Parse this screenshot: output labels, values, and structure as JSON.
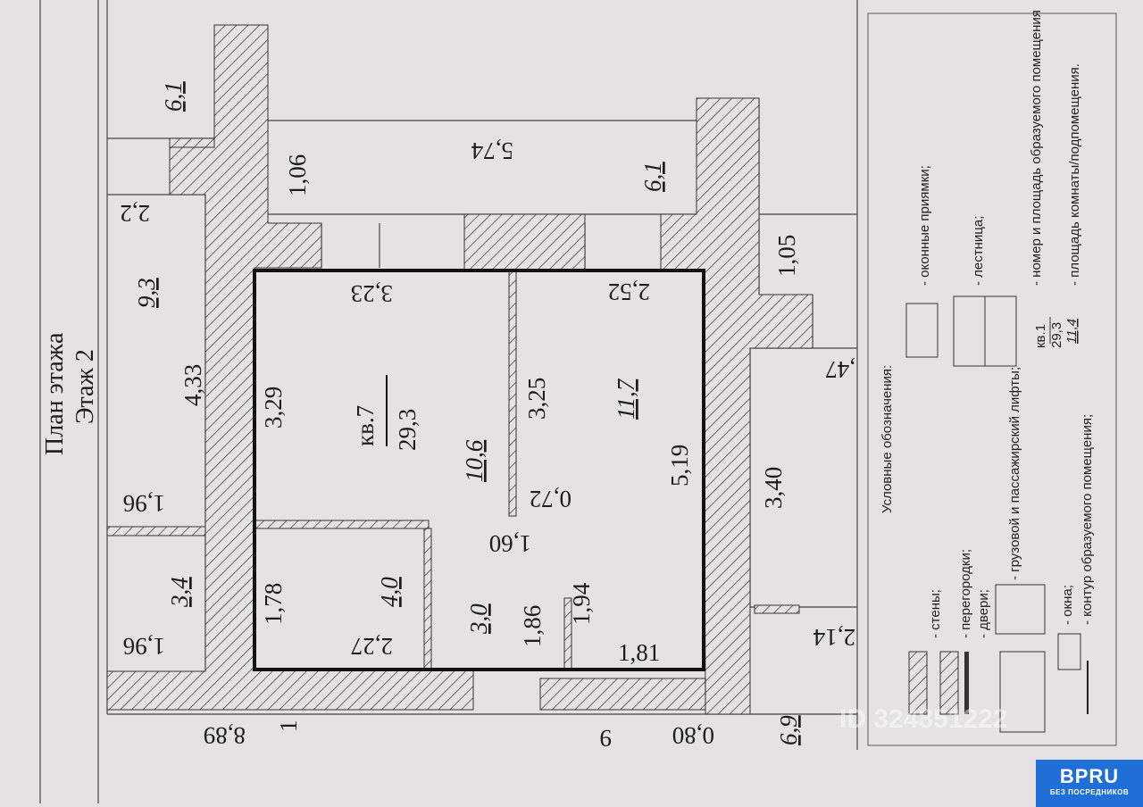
{
  "title": {
    "line1": "План этажа",
    "line2": "Этаж 2"
  },
  "apartment": {
    "label": "кв.7",
    "area": "29,3"
  },
  "room_areas": {
    "left_top": "6,1",
    "corridor_right": "6,1",
    "left_mid": "9,3",
    "left_low": "3,4",
    "room_a": "10,6",
    "room_b": "11,7",
    "room_c": "4,0",
    "room_d": "3,0",
    "right_low": "6,9"
  },
  "dimensions": {
    "d106": "1,06",
    "d574": "5,74",
    "d22": "2,2",
    "d433": "4,33",
    "d196a": "1,96",
    "d196b": "1,96",
    "d889": "8,89",
    "d323": "3,23",
    "d329": "3,29",
    "d325": "3,25",
    "d252": "2,52",
    "d519": "5,19",
    "d072": "0,72",
    "d160": "1,60",
    "d178": "1,78",
    "d227": "2,27",
    "d186": "1,86",
    "d194": "1,94",
    "d181": "1,81",
    "d105": "1,05",
    "d47": ",47",
    "d340": "3,40",
    "d214": "2,14",
    "d080": "0,80",
    "m1": "1",
    "m9": "9"
  },
  "legend": {
    "heading": "Условные обозначения:",
    "walls": "- стены;",
    "partitions": "- перегородки;",
    "doors": "- двери;",
    "lifts": "- грузовой и пассажирский лифты;",
    "windows": "- окна;",
    "contour": "- контур образуемого помещения;",
    "window_pits": "- оконные приямки;",
    "stairs": "- лестница;",
    "number_area": "- номер и площадь образуемого помещения",
    "sample_kv": "кв.1",
    "sample_area": "29,3",
    "sample_room": "11,4",
    "room_area": "- площадь комнаты/подпомещения."
  },
  "watermark": "ID 324851222",
  "logo": {
    "name": "BPRU",
    "tagline": "БЕЗ ПОСРЕДНИКОВ"
  },
  "colors": {
    "paper": "#e6e2e4",
    "ink": "#1c1c1c",
    "logo_blue": "#1f6fd6"
  }
}
